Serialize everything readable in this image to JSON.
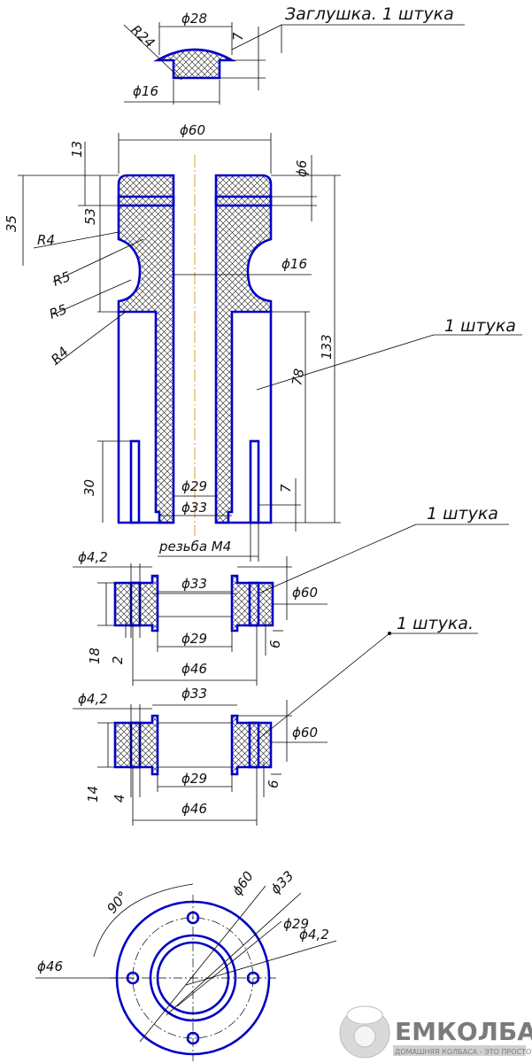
{
  "plug": {
    "title": "Заглушка. 1 штука",
    "dims": {
      "d28": "ϕ28",
      "r24": "R24",
      "d16": "ϕ16",
      "h7": "7"
    }
  },
  "body_part": {
    "count": "1 штука",
    "dims": {
      "d60": "ϕ60",
      "d6": "ϕ6",
      "d16": "ϕ16",
      "d29": "ϕ29",
      "d33": "ϕ33",
      "h13": "13",
      "h35": "35",
      "h53": "53",
      "r4a": "R4",
      "r5a": "R5",
      "r5b": "R5",
      "r4b": "R4",
      "h133": "133",
      "h78": "78",
      "h30": "30",
      "h7": "7",
      "thread": "резьба M4"
    }
  },
  "ring1": {
    "count": "1 штука",
    "dims": {
      "d42": "ϕ4,2",
      "d33": "ϕ33",
      "d60": "ϕ60",
      "d29": "ϕ29",
      "h18": "18",
      "h2": "2",
      "h6": "6",
      "d46": "ϕ46"
    }
  },
  "ring2": {
    "count": "1 штука.",
    "dims": {
      "d42": "ϕ4,2",
      "d33": "ϕ33",
      "d60": "ϕ60",
      "d29": "ϕ29",
      "h14": "14",
      "h4": "4",
      "h6": "6",
      "d46": "ϕ46"
    }
  },
  "top_view": {
    "dims": {
      "a90": "90°",
      "d60": "ϕ60",
      "d33": "ϕ33",
      "d29": "ϕ29",
      "d42": "ϕ4,2",
      "d46": "ϕ46"
    }
  },
  "watermark": {
    "brand": "ЕМКОЛБАСКИ",
    "slogan": "ДОМАШНЯЯ КОЛБАСА - ЭТО ПРОСТО!"
  },
  "colors": {
    "outline": "#0000c8",
    "axis": "#e09020"
  }
}
